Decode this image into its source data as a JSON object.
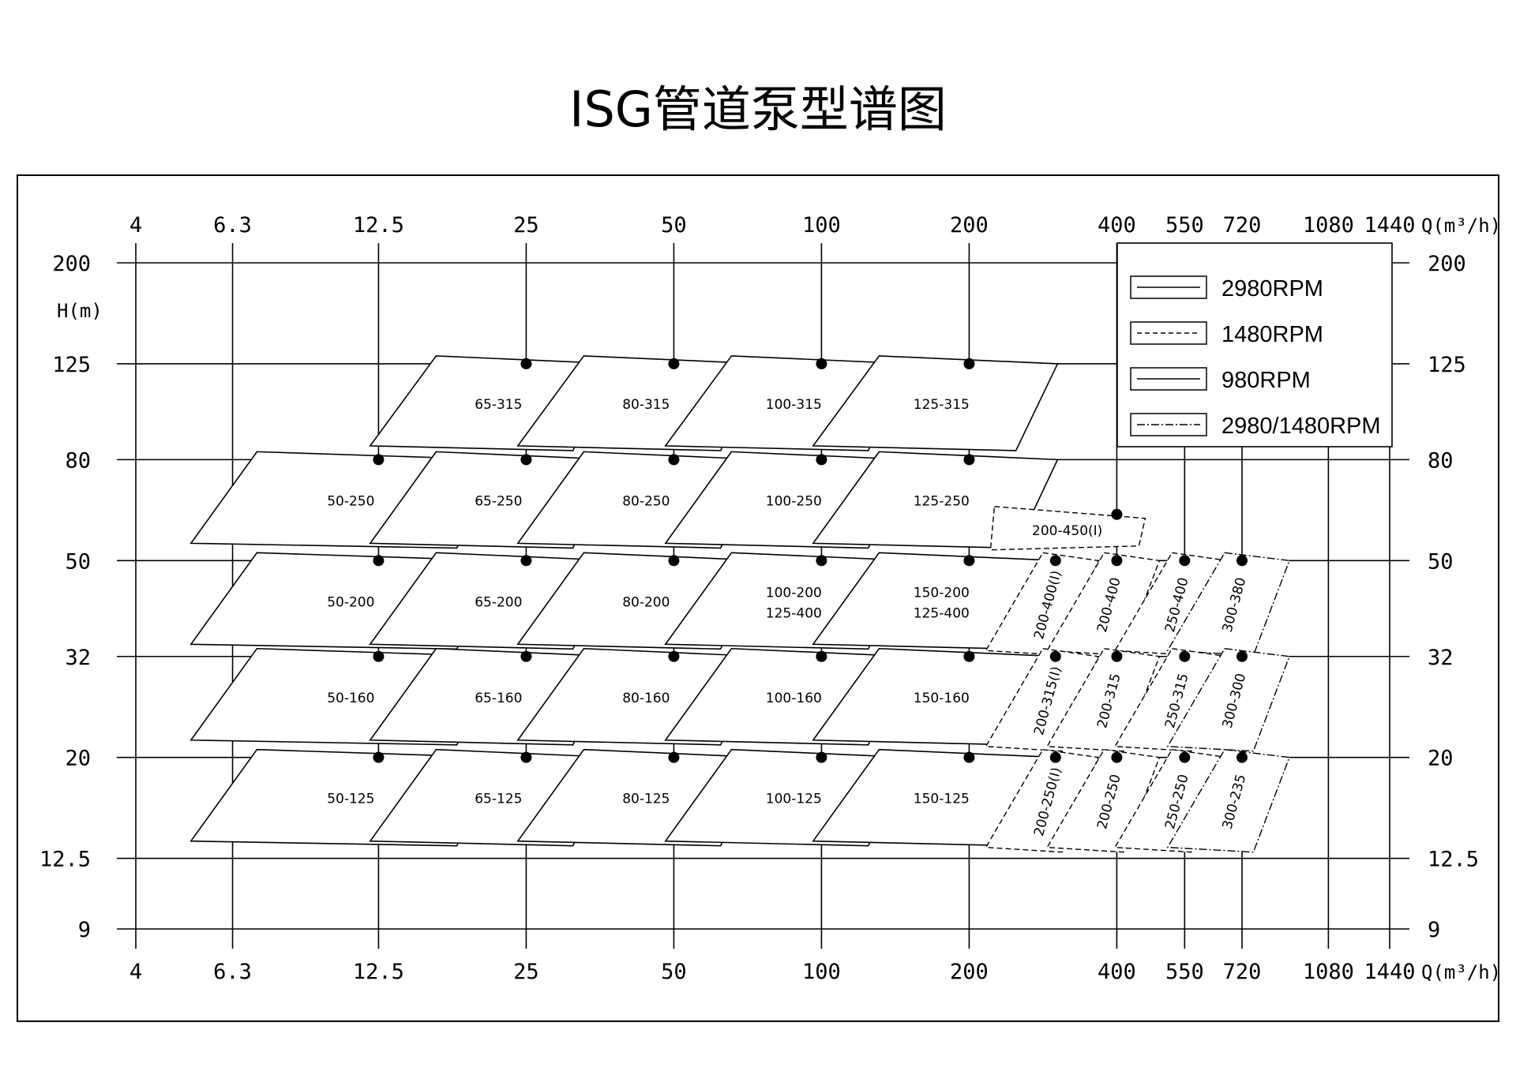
{
  "chart_data": {
    "type": "diagram",
    "title": "ISG管道泵型谱图",
    "xlabel": "Q(m³/h)",
    "ylabel": "H(m)",
    "x_scale": "log",
    "y_scale": "log",
    "x_ticks": [
      4,
      6.3,
      12.5,
      25,
      50,
      100,
      200,
      400,
      550,
      720,
      1080,
      1440
    ],
    "x_tick_labels": [
      "4",
      "6.3",
      "12.5",
      "25",
      "50",
      "100",
      "200",
      "400",
      "550",
      "720",
      "1080",
      "1440"
    ],
    "y_ticks": [
      200,
      125,
      80,
      50,
      32,
      20,
      12.5,
      9
    ],
    "y_tick_labels": [
      "200",
      "125",
      "80",
      "50",
      "32",
      "20",
      "12.5",
      "9"
    ],
    "legend": {
      "placement": "top-right",
      "items": [
        {
          "style": "solid",
          "label": "2980RPM"
        },
        {
          "style": "dashed",
          "label": "1480RPM"
        },
        {
          "style": "solid",
          "label": "980RPM"
        },
        {
          "style": "dashdot",
          "label": "2980/1480RPM"
        }
      ]
    },
    "zones": [
      {
        "label": "65-315",
        "rated_q": 25,
        "rated_h": 125,
        "style": "solid"
      },
      {
        "label": "80-315",
        "rated_q": 50,
        "rated_h": 125,
        "style": "solid"
      },
      {
        "label": "100-315",
        "rated_q": 100,
        "rated_h": 125,
        "style": "solid"
      },
      {
        "label": "125-315",
        "rated_q": 200,
        "rated_h": 125,
        "style": "solid"
      },
      {
        "label": "50-250",
        "rated_q": 12.5,
        "rated_h": 80,
        "style": "solid"
      },
      {
        "label": "65-250",
        "rated_q": 25,
        "rated_h": 80,
        "style": "solid"
      },
      {
        "label": "80-250",
        "rated_q": 50,
        "rated_h": 80,
        "style": "solid"
      },
      {
        "label": "100-250",
        "rated_q": 100,
        "rated_h": 80,
        "style": "solid"
      },
      {
        "label": "125-250",
        "rated_q": 200,
        "rated_h": 80,
        "style": "solid"
      },
      {
        "label": "200-450(I)",
        "rated_q": 400,
        "rated_h": 62,
        "style": "dashed"
      },
      {
        "label": "50-200",
        "rated_q": 12.5,
        "rated_h": 50,
        "style": "solid"
      },
      {
        "label": "65-200",
        "rated_q": 25,
        "rated_h": 50,
        "style": "solid"
      },
      {
        "label": "80-200",
        "rated_q": 50,
        "rated_h": 50,
        "style": "solid"
      },
      {
        "label": "100-200\n125-400",
        "rated_q": 100,
        "rated_h": 50,
        "style": "solid"
      },
      {
        "label": "150-200\n125-400",
        "rated_q": 200,
        "rated_h": 50,
        "style": "solid"
      },
      {
        "label": "200-400(I)",
        "rated_q": 300,
        "rated_h": 50,
        "style": "dashed"
      },
      {
        "label": "200-400",
        "rated_q": 400,
        "rated_h": 50,
        "style": "dashed"
      },
      {
        "label": "250-400",
        "rated_q": 550,
        "rated_h": 50,
        "style": "dashed"
      },
      {
        "label": "300-380",
        "rated_q": 720,
        "rated_h": 50,
        "style": "dashdot"
      },
      {
        "label": "50-160",
        "rated_q": 12.5,
        "rated_h": 32,
        "style": "solid"
      },
      {
        "label": "65-160",
        "rated_q": 25,
        "rated_h": 32,
        "style": "solid"
      },
      {
        "label": "80-160",
        "rated_q": 50,
        "rated_h": 32,
        "style": "solid"
      },
      {
        "label": "100-160",
        "rated_q": 100,
        "rated_h": 32,
        "style": "solid"
      },
      {
        "label": "150-160",
        "rated_q": 200,
        "rated_h": 32,
        "style": "solid"
      },
      {
        "label": "200-315(I)",
        "rated_q": 300,
        "rated_h": 32,
        "style": "dashed"
      },
      {
        "label": "200-315",
        "rated_q": 400,
        "rated_h": 32,
        "style": "dashed"
      },
      {
        "label": "250-315",
        "rated_q": 550,
        "rated_h": 32,
        "style": "dashed"
      },
      {
        "label": "300-300",
        "rated_q": 720,
        "rated_h": 32,
        "style": "dashdot"
      },
      {
        "label": "50-125",
        "rated_q": 12.5,
        "rated_h": 20,
        "style": "solid"
      },
      {
        "label": "65-125",
        "rated_q": 25,
        "rated_h": 20,
        "style": "solid"
      },
      {
        "label": "80-125",
        "rated_q": 50,
        "rated_h": 20,
        "style": "solid"
      },
      {
        "label": "100-125",
        "rated_q": 100,
        "rated_h": 20,
        "style": "solid"
      },
      {
        "label": "150-125",
        "rated_q": 200,
        "rated_h": 20,
        "style": "solid"
      },
      {
        "label": "200-250(I)",
        "rated_q": 300,
        "rated_h": 20,
        "style": "dashed"
      },
      {
        "label": "200-250",
        "rated_q": 400,
        "rated_h": 20,
        "style": "dashed"
      },
      {
        "label": "250-250",
        "rated_q": 550,
        "rated_h": 20,
        "style": "dashed"
      },
      {
        "label": "300-235",
        "rated_q": 720,
        "rated_h": 20,
        "style": "dashdot"
      }
    ]
  }
}
